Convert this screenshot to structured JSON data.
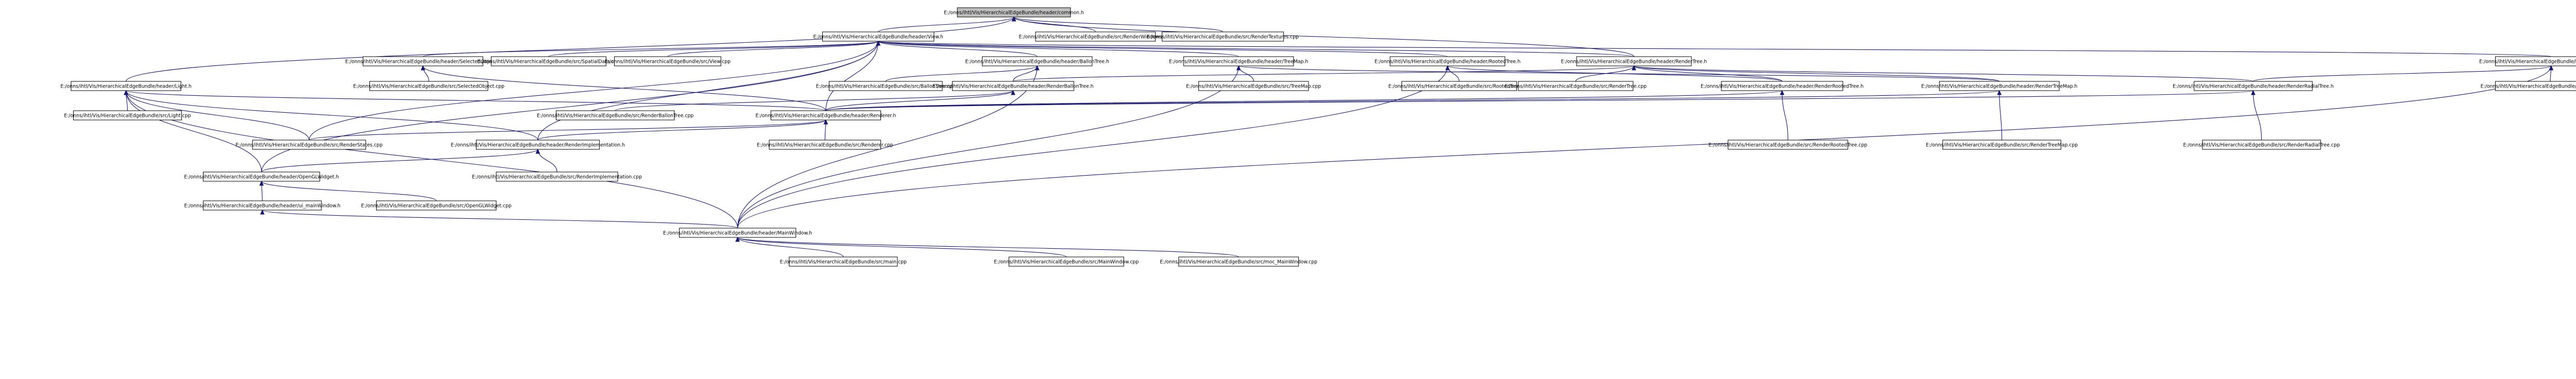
{
  "nodes": [
    {
      "id": "common",
      "label": "E:/onns/ihtl/Vis/HierarchicalEdgeBundle/header/common.h",
      "root": true
    },
    {
      "id": "view_h",
      "label": "E:/onns/ihtl/Vis/HierarchicalEdgeBundle/header/View.h"
    },
    {
      "id": "renderwindows_cpp",
      "label": "E:/onns/ihtl/Vis/HierarchicalEdgeBundle/src/RenderWindows.cpp"
    },
    {
      "id": "rendertextures_cpp",
      "label": "E:/onns/ihtl/Vis/HierarchicalEdgeBundle/src/RenderTextures.cpp"
    },
    {
      "id": "light_h",
      "label": "E:/onns/ihtl/Vis/HierarchicalEdgeBundle/header/Light.h"
    },
    {
      "id": "selectedobject_h",
      "label": "E:/onns/ihtl/Vis/HierarchicalEdgeBundle/header/SelectedObject.h"
    },
    {
      "id": "spatialdata_cpp",
      "label": "E:/onns/ihtl/Vis/HierarchicalEdgeBundle/src/SpatialData.cpp"
    },
    {
      "id": "view_cpp",
      "label": "E:/onns/ihtl/Vis/HierarchicalEdgeBundle/src/View.cpp"
    },
    {
      "id": "ballontree_h",
      "label": "E:/onns/ihtl/Vis/HierarchicalEdgeBundle/header/BallonTree.h"
    },
    {
      "id": "treemap_h",
      "label": "E:/onns/ihtl/Vis/HierarchicalEdgeBundle/header/TreeMap.h"
    },
    {
      "id": "rootedtree_h",
      "label": "E:/onns/ihtl/Vis/HierarchicalEdgeBundle/header/RootedTree.h"
    },
    {
      "id": "rendertree_h",
      "label": "E:/onns/ihtl/Vis/HierarchicalEdgeBundle/header/RenderTree.h"
    },
    {
      "id": "radialtree_h",
      "label": "E:/onns/ihtl/Vis/HierarchicalEdgeBundle/header/RadialTree.h"
    },
    {
      "id": "light_cpp",
      "label": "E:/onns/ihtl/Vis/HierarchicalEdgeBundle/src/Light.cpp"
    },
    {
      "id": "selectedobject_cpp",
      "label": "E:/onns/ihtl/Vis/HierarchicalEdgeBundle/src/SelectedObject.cpp"
    },
    {
      "id": "ballontree_cpp",
      "label": "E:/onns/ihtl/Vis/HierarchicalEdgeBundle/src/BallonTree.cpp"
    },
    {
      "id": "renderballontree_h",
      "label": "E:/onns/ihtl/Vis/HierarchicalEdgeBundle/header/RenderBallonTree.h"
    },
    {
      "id": "treemap_cpp",
      "label": "E:/onns/ihtl/Vis/HierarchicalEdgeBundle/src/TreeMap.cpp"
    },
    {
      "id": "rootedtree_cpp",
      "label": "E:/onns/ihtl/Vis/HierarchicalEdgeBundle/src/RootedTree.cpp"
    },
    {
      "id": "rendertree_cpp",
      "label": "E:/onns/ihtl/Vis/HierarchicalEdgeBundle/src/RenderTree.cpp"
    },
    {
      "id": "renderrootedtree_h",
      "label": "E:/onns/ihtl/Vis/HierarchicalEdgeBundle/header/RenderRootedTree.h"
    },
    {
      "id": "rendertreemap_h",
      "label": "E:/onns/ihtl/Vis/HierarchicalEdgeBundle/header/RenderTreeMap.h"
    },
    {
      "id": "renderradialtree_h",
      "label": "E:/onns/ihtl/Vis/HierarchicalEdgeBundle/header/RenderRadialTree.h"
    },
    {
      "id": "radialtree_cpp",
      "label": "E:/onns/ihtl/Vis/HierarchicalEdgeBundle/src/RadialTree.cpp"
    },
    {
      "id": "renderballontree_cpp",
      "label": "E:/onns/ihtl/Vis/HierarchicalEdgeBundle/src/RenderBallonTree.cpp"
    },
    {
      "id": "renderer_h",
      "label": "E:/onns/ihtl/Vis/HierarchicalEdgeBundle/header/Renderer.h"
    },
    {
      "id": "renderrootedtree_cpp",
      "label": "E:/onns/ihtl/Vis/HierarchicalEdgeBundle/src/RenderRootedTree.cpp"
    },
    {
      "id": "rendertreemap_cpp",
      "label": "E:/onns/ihtl/Vis/HierarchicalEdgeBundle/src/RenderTreeMap.cpp"
    },
    {
      "id": "renderradialtree_cpp",
      "label": "E:/onns/ihtl/Vis/HierarchicalEdgeBundle/src/RenderRadialTree.cpp"
    },
    {
      "id": "renderstates_cpp",
      "label": "E:/onns/ihtl/Vis/HierarchicalEdgeBundle/src/RenderStates.cpp"
    },
    {
      "id": "renderimplementation_h",
      "label": "E:/onns/ihtl/Vis/HierarchicalEdgeBundle/header/RenderImplementation.h"
    },
    {
      "id": "renderer_cpp",
      "label": "E:/onns/ihtl/Vis/HierarchicalEdgeBundle/src/Renderer.cpp"
    },
    {
      "id": "openglwidget_h",
      "label": "E:/onns/ihtl/Vis/HierarchicalEdgeBundle/header/OpenGLWidget.h"
    },
    {
      "id": "renderimplementation_cpp",
      "label": "E:/onns/ihtl/Vis/HierarchicalEdgeBundle/src/RenderImplementation.cpp"
    },
    {
      "id": "ui_mainwindow_h",
      "label": "E:/onns/ihtl/Vis/HierarchicalEdgeBundle/header/ui_mainWindow.h"
    },
    {
      "id": "openglwidget_cpp",
      "label": "E:/onns/ihtl/Vis/HierarchicalEdgeBundle/src/OpenGLWidget.cpp"
    },
    {
      "id": "mainwindow_h",
      "label": "E:/onns/ihtl/Vis/HierarchicalEdgeBundle/header/MainWindow.h"
    },
    {
      "id": "main_cpp",
      "label": "E:/onns/ihtl/Vis/HierarchicalEdgeBundle/src/main.cpp"
    },
    {
      "id": "mainwindow_cpp",
      "label": "E:/onns/ihtl/Vis/HierarchicalEdgeBundle/src/MainWindow.cpp"
    },
    {
      "id": "moc_mainwindow_cpp",
      "label": "E:/onns/ihtl/Vis/HierarchicalEdgeBundle/src/moc_MainWindow.cpp"
    }
  ],
  "edges": [
    [
      "common",
      "view_h"
    ],
    [
      "common",
      "renderwindows_cpp"
    ],
    [
      "common",
      "rendertextures_cpp"
    ],
    [
      "common",
      "light_h"
    ],
    [
      "common",
      "rendertree_h"
    ],
    [
      "view_h",
      "selectedobject_h"
    ],
    [
      "view_h",
      "spatialdata_cpp"
    ],
    [
      "view_h",
      "view_cpp"
    ],
    [
      "view_h",
      "ballontree_h"
    ],
    [
      "view_h",
      "treemap_h"
    ],
    [
      "view_h",
      "rootedtree_h"
    ],
    [
      "view_h",
      "rendertree_h"
    ],
    [
      "view_h",
      "radialtree_h"
    ],
    [
      "view_h",
      "renderer_h"
    ],
    [
      "view_h",
      "renderstates_cpp"
    ],
    [
      "view_h",
      "renderimplementation_h"
    ],
    [
      "view_h",
      "openglwidget_h"
    ],
    [
      "light_h",
      "light_cpp"
    ],
    [
      "light_h",
      "renderer_h"
    ],
    [
      "light_h",
      "renderstates_cpp"
    ],
    [
      "light_h",
      "renderimplementation_h"
    ],
    [
      "light_h",
      "openglwidget_h"
    ],
    [
      "light_h",
      "mainwindow_h"
    ],
    [
      "selectedobject_h",
      "selectedobject_cpp"
    ],
    [
      "selectedobject_h",
      "renderer_h"
    ],
    [
      "ballontree_h",
      "ballontree_cpp"
    ],
    [
      "ballontree_h",
      "renderballontree_h"
    ],
    [
      "ballontree_h",
      "mainwindow_h"
    ],
    [
      "treemap_h",
      "treemap_cpp"
    ],
    [
      "treemap_h",
      "rendertreemap_h"
    ],
    [
      "treemap_h",
      "mainwindow_h"
    ],
    [
      "rootedtree_h",
      "rootedtree_cpp"
    ],
    [
      "rootedtree_h",
      "renderrootedtree_h"
    ],
    [
      "rootedtree_h",
      "mainwindow_h"
    ],
    [
      "rendertree_h",
      "rendertree_cpp"
    ],
    [
      "rendertree_h",
      "renderballontree_h"
    ],
    [
      "rendertree_h",
      "renderrootedtree_h"
    ],
    [
      "rendertree_h",
      "rendertreemap_h"
    ],
    [
      "rendertree_h",
      "renderradialtree_h"
    ],
    [
      "radialtree_h",
      "radialtree_cpp"
    ],
    [
      "radialtree_h",
      "renderradialtree_h"
    ],
    [
      "radialtree_h",
      "mainwindow_h"
    ],
    [
      "renderballontree_h",
      "renderballontree_cpp"
    ],
    [
      "renderballontree_h",
      "renderer_h"
    ],
    [
      "renderrootedtree_h",
      "renderrootedtree_cpp"
    ],
    [
      "renderrootedtree_h",
      "renderer_h"
    ],
    [
      "rendertreemap_h",
      "rendertreemap_cpp"
    ],
    [
      "rendertreemap_h",
      "renderer_h"
    ],
    [
      "renderradialtree_h",
      "renderradialtree_cpp"
    ],
    [
      "renderradialtree_h",
      "renderer_h"
    ],
    [
      "renderer_h",
      "renderstates_cpp"
    ],
    [
      "renderer_h",
      "renderimplementation_h"
    ],
    [
      "renderer_h",
      "renderer_cpp"
    ],
    [
      "renderimplementation_h",
      "renderimplementation_cpp"
    ],
    [
      "renderimplementation_h",
      "openglwidget_h"
    ],
    [
      "openglwidget_h",
      "ui_mainwindow_h"
    ],
    [
      "openglwidget_h",
      "openglwidget_cpp"
    ],
    [
      "ui_mainwindow_h",
      "mainwindow_h"
    ],
    [
      "mainwindow_h",
      "main_cpp"
    ],
    [
      "mainwindow_h",
      "mainwindow_cpp"
    ],
    [
      "mainwindow_h",
      "moc_mainwindow_cpp"
    ]
  ],
  "colors": {
    "edge": "#191970",
    "root_fill": "#bfbfbf",
    "node_fill": "#ffffff",
    "node_border": "#000000"
  }
}
